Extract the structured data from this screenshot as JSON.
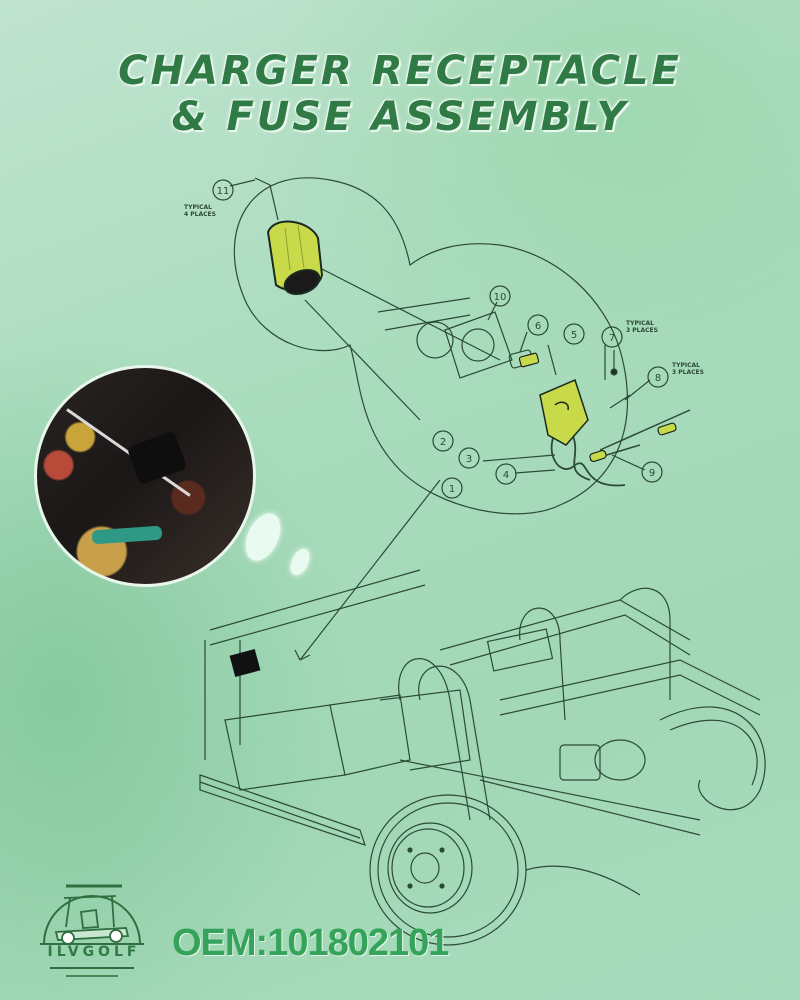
{
  "title": {
    "line1": "CHARGER RECEPTACLE",
    "line2": "& FUSE ASSEMBLY"
  },
  "diagram": {
    "part_callouts": [
      {
        "number": "1"
      },
      {
        "number": "2"
      },
      {
        "number": "3"
      },
      {
        "number": "4"
      },
      {
        "number": "5"
      },
      {
        "number": "6"
      },
      {
        "number": "7",
        "note": "TYPICAL 3 PLACES"
      },
      {
        "number": "8",
        "note": "TYPICAL 3 PLACES"
      },
      {
        "number": "9"
      },
      {
        "number": "10"
      },
      {
        "number": "11",
        "note": "TYPICAL 4 PLACES"
      }
    ],
    "callout_notes": {
      "n11": "TYPICAL\n4 PLACES",
      "n7": "TYPICAL\n3 PLACES",
      "n8": "TYPICAL\n3 PLACES"
    },
    "highlight_color": "#c8d94a",
    "line_color": "#2c4a38"
  },
  "inset_photo": {
    "description": "close-up photo of charger receptacle wiring"
  },
  "branding": {
    "logo_text": "ILVGOLF",
    "oem_label": "OEM:101802101",
    "brand_color": "#35a35a",
    "title_color": "#2f7a45"
  }
}
